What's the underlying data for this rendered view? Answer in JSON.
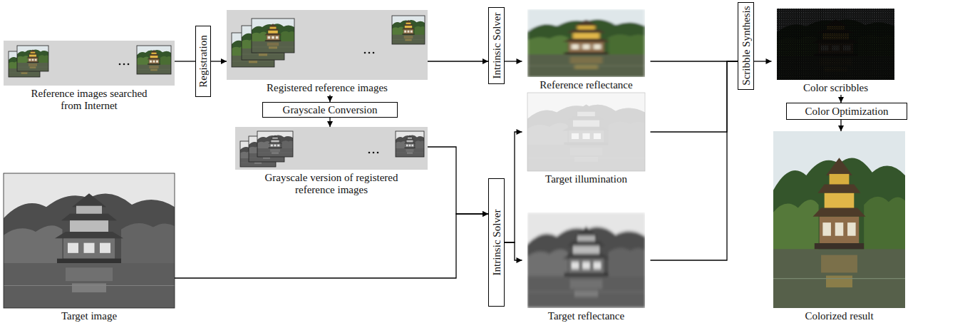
{
  "diagram": {
    "nodes": [
      {
        "text": [
          "Reference images searched from Internet"
        ]
      },
      {
        "text": [
          "Registration"
        ]
      },
      {
        "text": [
          "Registered reference images"
        ]
      },
      {
        "text": [
          "Intrinsic Solver"
        ]
      },
      {
        "text": [
          "Reference reflectance"
        ]
      },
      {
        "text": [
          "Scribble Synthesis"
        ]
      },
      {
        "text": [
          "Color scribbles"
        ]
      },
      {
        "text": [
          "Grayscale Conversion"
        ]
      },
      {
        "text": [
          "Target illumination"
        ]
      },
      {
        "text": [
          "Color Optimization"
        ]
      },
      {
        "text": [
          "Grayscale version of registered reference images"
        ]
      },
      {
        "text": [
          "Target image"
        ]
      },
      {
        "text": [
          "Intrinsic Solver"
        ]
      },
      {
        "text": [
          "Target reflectance"
        ]
      },
      {
        "text": [
          "Colorized result"
        ]
      }
    ],
    "edges": [
      {
        "from": 0,
        "to": 1,
        "arrow": "none"
      },
      {
        "from": 1,
        "to": 2,
        "arrow": "to"
      },
      {
        "from": 2,
        "to": 3,
        "arrow": "to"
      },
      {
        "from": 3,
        "to": 4,
        "arrow": "to"
      },
      {
        "from": 2,
        "to": 7,
        "arrow": "to"
      },
      {
        "from": 7,
        "to": 10,
        "arrow": "to"
      },
      {
        "from": 10,
        "to": 12,
        "arrow": "to"
      },
      {
        "from": 11,
        "to": 12,
        "arrow": "to"
      },
      {
        "from": 12,
        "to": 8,
        "arrow": "to"
      },
      {
        "from": 12,
        "to": 13,
        "arrow": "to"
      },
      {
        "from": 4,
        "to": 5,
        "arrow": "none"
      },
      {
        "from": 8,
        "to": 5,
        "arrow": "none"
      },
      {
        "from": 13,
        "to": 5,
        "arrow": "none"
      },
      {
        "from": 5,
        "to": 6,
        "arrow": "to"
      },
      {
        "from": 6,
        "to": 9,
        "arrow": "to"
      },
      {
        "from": 9,
        "to": 14,
        "arrow": "to"
      }
    ]
  }
}
